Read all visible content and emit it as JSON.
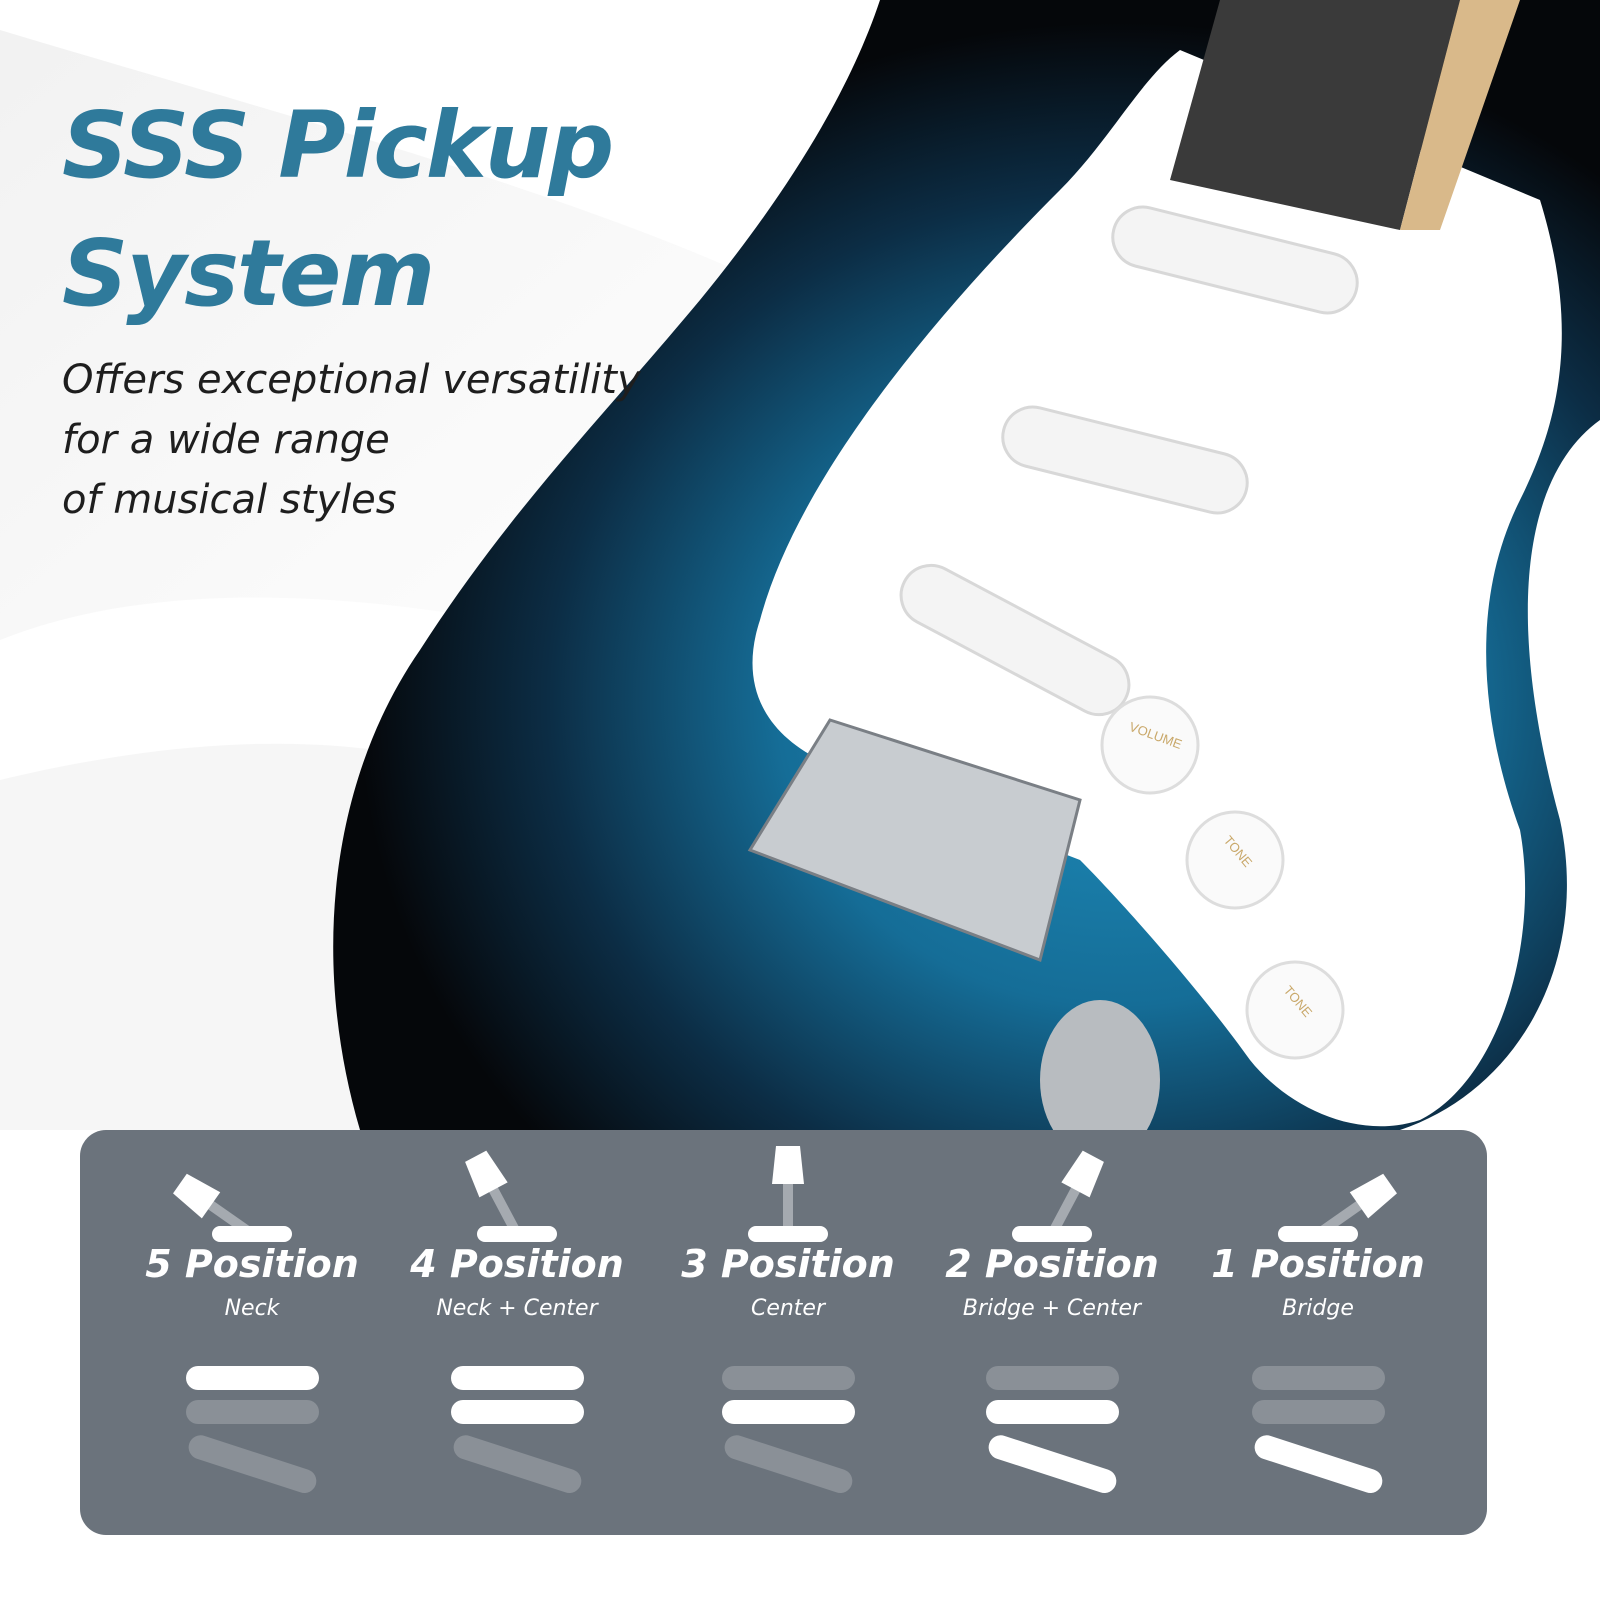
{
  "headline": {
    "line1": "SSS Pickup",
    "line2": "System"
  },
  "tagline": {
    "line1": "Offers exceptional versatility",
    "line2": "for a wide range",
    "line3": "of musical styles"
  },
  "colors": {
    "headline": "#2f7a9b",
    "panel": "#6b737c",
    "active": "#ffffff",
    "inactive": "#8a9097"
  },
  "positions": [
    {
      "label": "5 Position",
      "pickups": "Neck",
      "active": [
        true,
        false,
        false
      ],
      "lever": "left-low"
    },
    {
      "label": "4 Position",
      "pickups": "Neck + Center",
      "active": [
        true,
        true,
        false
      ],
      "lever": "left-high"
    },
    {
      "label": "3 Position",
      "pickups": "Center",
      "active": [
        false,
        true,
        false
      ],
      "lever": "up"
    },
    {
      "label": "2 Position",
      "pickups": "Bridge + Center",
      "active": [
        false,
        true,
        true
      ],
      "lever": "right-high"
    },
    {
      "label": "1 Position",
      "pickups": "Bridge",
      "active": [
        false,
        false,
        true
      ],
      "lever": "right-low"
    }
  ],
  "knob_labels": [
    "VOLUME",
    "TONE",
    "TONE"
  ]
}
